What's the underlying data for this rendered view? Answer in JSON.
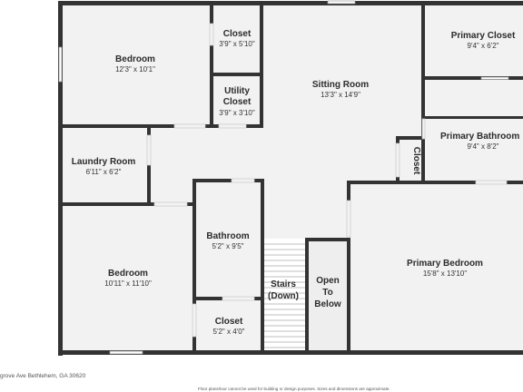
{
  "colors": {
    "wall": "#333333",
    "floor": "#f2f2f2",
    "stairs_floor": "#ffffff",
    "open_floor": "#eeeeee",
    "window": "#ffffff"
  },
  "rooms": {
    "bedroom_top": {
      "name": "Bedroom",
      "dims": "12'3\" x 10'1\""
    },
    "closet_top": {
      "name": "Closet",
      "dims": "3'9\" x 5'10\""
    },
    "utility_closet": {
      "name_line1": "Utility",
      "name_line2": "Closet",
      "dims": "3'9\" x 3'10\""
    },
    "sitting_room": {
      "name": "Sitting Room",
      "dims": "13'3\" x 14'9\""
    },
    "primary_closet": {
      "name": "Primary Closet",
      "dims": "9'4\" x 6'2\""
    },
    "primary_bathroom": {
      "name": "Primary Bathroom",
      "dims": "9'4\" x 8'2\""
    },
    "closet_vertical": {
      "name": "Closet"
    },
    "laundry_room": {
      "name": "Laundry Room",
      "dims": "6'11\" x 6'2\""
    },
    "bathroom": {
      "name": "Bathroom",
      "dims": "5'2\" x 9'5\""
    },
    "bedroom_bottom": {
      "name": "Bedroom",
      "dims": "10'11\" x 11'10\""
    },
    "closet_bottom": {
      "name": "Closet",
      "dims": "5'2\" x 4'0\""
    },
    "stairs": {
      "line1": "Stairs",
      "line2": "(Down)"
    },
    "open_to_below": {
      "line1": "Open",
      "line2": "To",
      "line3": "Below"
    },
    "primary_bedroom": {
      "name": "Primary Bedroom",
      "dims": "15'8\" x 13'10\""
    }
  },
  "footer": {
    "address": "grove Ave Bethlehem, GA 30620",
    "disclaimer": "Floor plans/tour cannot be used for building or design purposes. Sizes and dimensions are approximate."
  }
}
